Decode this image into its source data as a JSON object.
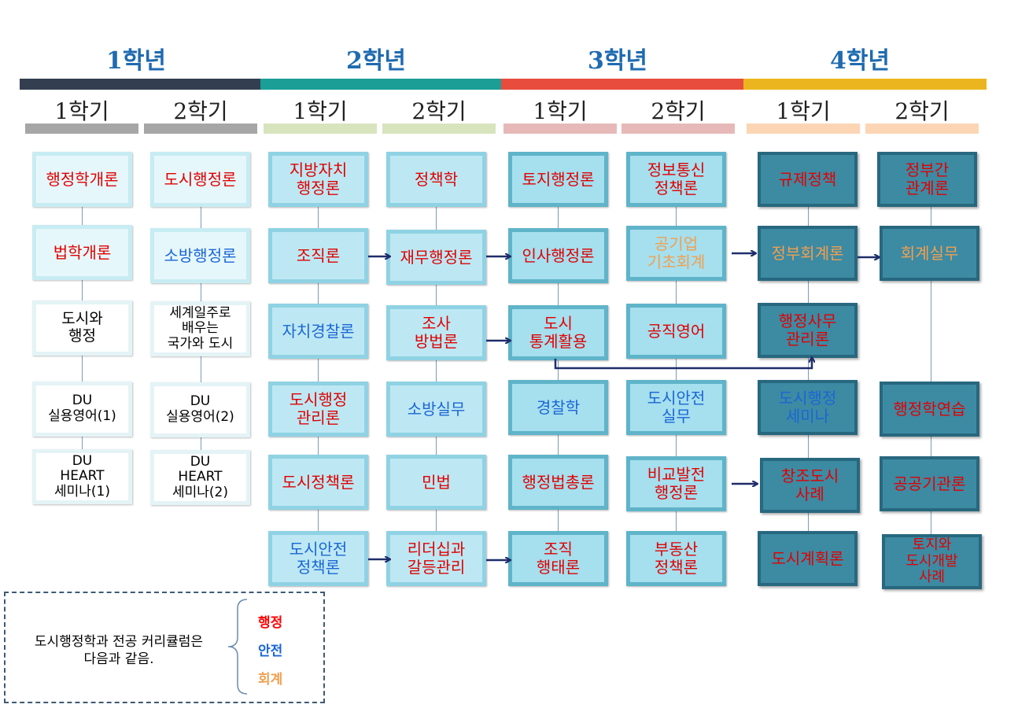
{
  "years": [
    {
      "label": "1학년",
      "color": "#333f50"
    },
    {
      "label": "2학년",
      "color": "#1a9e96"
    },
    {
      "label": "3학년",
      "color": "#e84c3d"
    },
    {
      "label": "4학년",
      "color": "#eab51e"
    }
  ],
  "semesters": [
    {
      "label": "1학기",
      "color": "#a6a6a6"
    },
    {
      "label": "2학기",
      "color": "#a6a6a6"
    },
    {
      "label": "1학기",
      "color": "#d7e4bd"
    },
    {
      "label": "2학기",
      "color": "#d7e4bd"
    },
    {
      "label": "1학기",
      "color": "#e6b9b8"
    },
    {
      "label": "2학기",
      "color": "#e6b9b8"
    },
    {
      "label": "1학기",
      "color": "#fcd5b5"
    },
    {
      "label": "2학기",
      "color": "#fcd5b5"
    }
  ],
  "courses": {
    "y1s1": [
      {
        "label": "행정학개론",
        "track": "red"
      },
      {
        "label": "법학개론",
        "track": "red"
      },
      {
        "label": "도시와\n행정",
        "track": "black"
      },
      {
        "label": "DU\n실용영어(1)",
        "track": "black"
      },
      {
        "label": "DU\nHEART\n세미나(1)",
        "track": "black"
      }
    ],
    "y1s2": [
      {
        "label": "도시행정론",
        "track": "red"
      },
      {
        "label": "소방행정론",
        "track": "blue"
      },
      {
        "label": "세계일주로\n배우는\n국가와 도시",
        "track": "black"
      },
      {
        "label": "DU\n실용영어(2)",
        "track": "black"
      },
      {
        "label": "DU\nHEART\n세미나(2)",
        "track": "black"
      }
    ],
    "y2s1": [
      {
        "label": "지방자치\n행정론",
        "track": "red"
      },
      {
        "label": "조직론",
        "track": "red"
      },
      {
        "label": "자치경찰론",
        "track": "blue"
      },
      {
        "label": "도시행정\n관리론",
        "track": "red"
      },
      {
        "label": "도시정책론",
        "track": "red"
      },
      {
        "label": "도시안전\n정책론",
        "track": "blue"
      }
    ],
    "y2s2": [
      {
        "label": "정책학",
        "track": "red"
      },
      {
        "label": "재무행정론",
        "track": "red"
      },
      {
        "label": "조사\n방법론",
        "track": "red"
      },
      {
        "label": "소방실무",
        "track": "blue"
      },
      {
        "label": "민법",
        "track": "red"
      },
      {
        "label": "리더십과\n갈등관리",
        "track": "red"
      }
    ],
    "y3s1": [
      {
        "label": "토지행정론",
        "track": "red"
      },
      {
        "label": "인사행정론",
        "track": "red"
      },
      {
        "label": "도시\n통계활용",
        "track": "red"
      },
      {
        "label": "경찰학",
        "track": "blue"
      },
      {
        "label": "행정법총론",
        "track": "red"
      },
      {
        "label": "조직\n행태론",
        "track": "red"
      }
    ],
    "y3s2": [
      {
        "label": "정보통신\n정책론",
        "track": "red"
      },
      {
        "label": "공기업\n기초회계",
        "track": "orange"
      },
      {
        "label": "공직영어",
        "track": "red"
      },
      {
        "label": "도시안전\n실무",
        "track": "blue"
      },
      {
        "label": "비교발전\n행정론",
        "track": "red"
      },
      {
        "label": "부동산\n정책론",
        "track": "red"
      }
    ],
    "y4s1": [
      {
        "label": "규제정책",
        "track": "red"
      },
      {
        "label": "정부회계론",
        "track": "orange"
      },
      {
        "label": "행정사무\n관리론",
        "track": "red"
      },
      {
        "label": "도시행정\n세미나",
        "track": "blue"
      },
      {
        "label": "창조도시\n사례",
        "track": "red"
      },
      {
        "label": "도시계획론",
        "track": "red"
      }
    ],
    "y4s2": [
      {
        "label": "정부간\n관계론",
        "track": "red"
      },
      {
        "label": "회계실무",
        "track": "orange"
      },
      {
        "label": "행정학연습",
        "track": "red"
      },
      {
        "label": "공공기관론",
        "track": "red"
      },
      {
        "label": "토지와\n도시개발\n사례",
        "track": "red"
      }
    ]
  },
  "legend": {
    "text": "도시행정학과 전공 커리큘럼은\n다음과 같음.",
    "items": [
      {
        "label": "행정",
        "color": "#ff0000"
      },
      {
        "label": "안전",
        "color": "#1a66d6"
      },
      {
        "label": "회계",
        "color": "#f0a050"
      }
    ]
  }
}
